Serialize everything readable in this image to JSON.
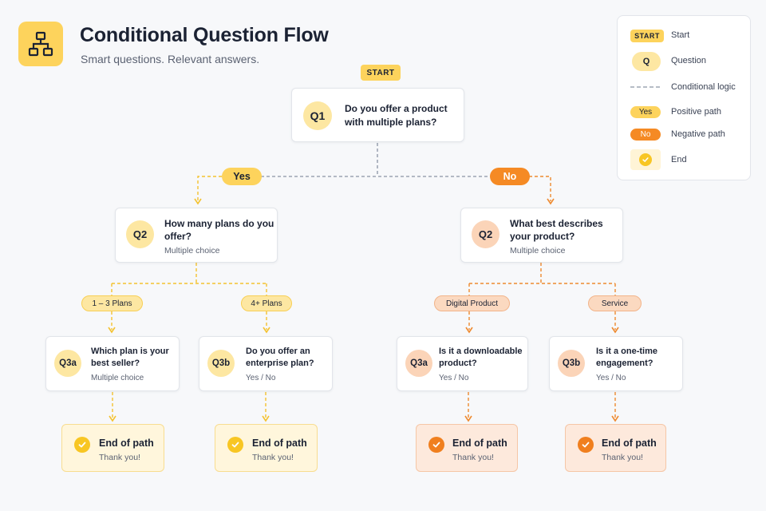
{
  "header": {
    "title": "Conditional Question Flow",
    "subtitle": "Smart questions. Relevant answers.",
    "logo_icon": "hierarchy-flow-icon"
  },
  "colors": {
    "yellow": "#fdd35c",
    "orange": "#f58a24",
    "dashed_gray": "#8a93a4",
    "yellow_line": "#f4c230",
    "orange_line": "#ee8a30"
  },
  "flow": {
    "start_label": "START",
    "q1": {
      "badge": "Q1",
      "text_line1": "Do you offer a product",
      "text_line2": "with multiple plans?"
    },
    "yes_label": "Yes",
    "no_label": "No",
    "yes_branch": {
      "q2": {
        "badge": "Q2",
        "text_line1": "How many plans do you",
        "text_line2": "offer?",
        "sub": "Multiple choice"
      },
      "opt_a": "1 – 3 Plans",
      "opt_b": "4+ Plans",
      "q3a": {
        "badge": "Q3a",
        "text_line1": "Which plan is your",
        "text_line2": "best seller?",
        "sub": "Multiple choice"
      },
      "q3b": {
        "badge": "Q3b",
        "text_line1": "Do you offer an",
        "text_line2": "enterprise plan?",
        "sub": "Yes / No"
      },
      "end_a": {
        "title": "End of path",
        "sub": "Thank you!"
      },
      "end_b": {
        "title": "End of path",
        "sub": "Thank you!"
      }
    },
    "no_branch": {
      "q2": {
        "badge": "Q2",
        "text_line1": "What best describes",
        "text_line2": "your product?",
        "sub": "Multiple choice"
      },
      "opt_a": "Digital Product",
      "opt_b": "Service",
      "q3a": {
        "badge": "Q3a",
        "text_line1": "Is it a downloadable",
        "text_line2": "product?",
        "sub": "Yes / No"
      },
      "q3b": {
        "badge": "Q3b",
        "text_line1": "Is it a one-time",
        "text_line2": "engagement?",
        "sub": "Yes / No"
      },
      "end_a": {
        "title": "End of path",
        "sub": "Thank you!"
      },
      "end_b": {
        "title": "End of path",
        "sub": "Thank you!"
      }
    }
  },
  "legend": {
    "start_tag": "START",
    "start": "Start",
    "q_tag": "Q",
    "question": "Question",
    "conditional": "Conditional logic",
    "yes_tag": "Yes",
    "positive": "Positive path",
    "no_tag": "No",
    "negative": "Negative path",
    "end": "End"
  }
}
